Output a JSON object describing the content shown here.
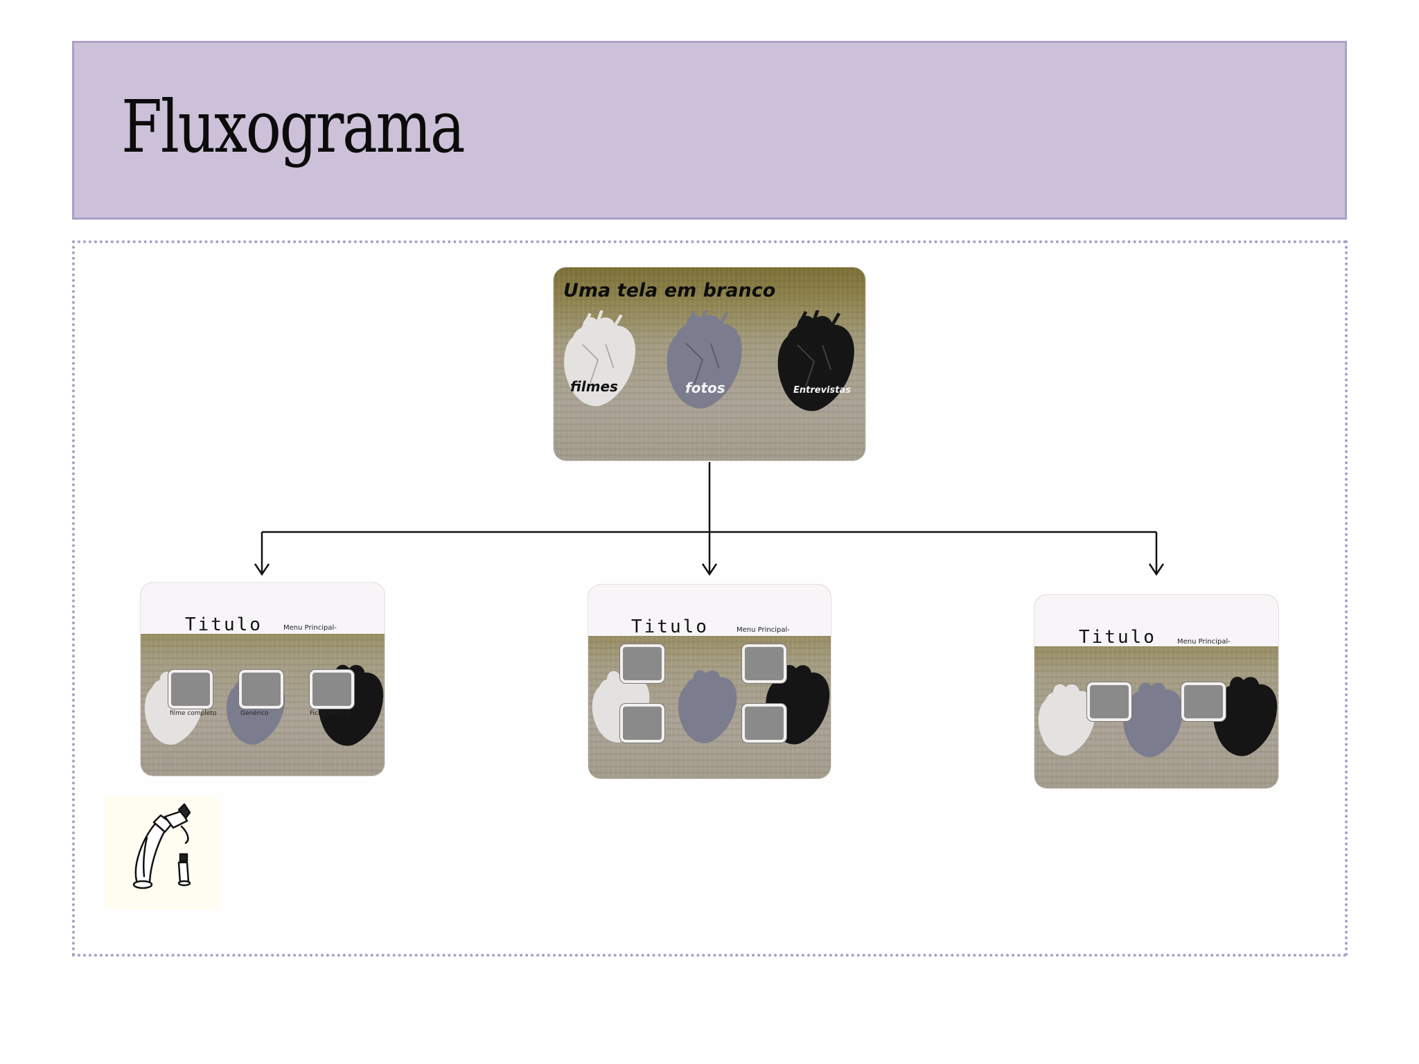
{
  "slide": {
    "title": "Fluxograma"
  },
  "main_screen": {
    "heading": "Uma tela em branco",
    "hearts": [
      "filmes",
      "fotos",
      "Entrevistas"
    ]
  },
  "sub_screens": [
    {
      "title": "Titulo",
      "menu": "Menu Principal-",
      "captions": [
        "filme completo",
        "Genérico",
        "Ficha técnica"
      ]
    },
    {
      "title": "Titulo",
      "menu": "Menu Principal-"
    },
    {
      "title": "Titulo",
      "menu": "Menu Principal-"
    }
  ],
  "colors": {
    "title_bar": "#cdc1d9",
    "title_border": "#ab9fc8",
    "frame_border": "#a79fc5",
    "heart_white": "#e4e2e0",
    "heart_gray": "#7b7d8e",
    "heart_black": "#151515"
  },
  "icons": [
    "heart-icon",
    "spray-can-icon",
    "arrow-down-icon"
  ]
}
